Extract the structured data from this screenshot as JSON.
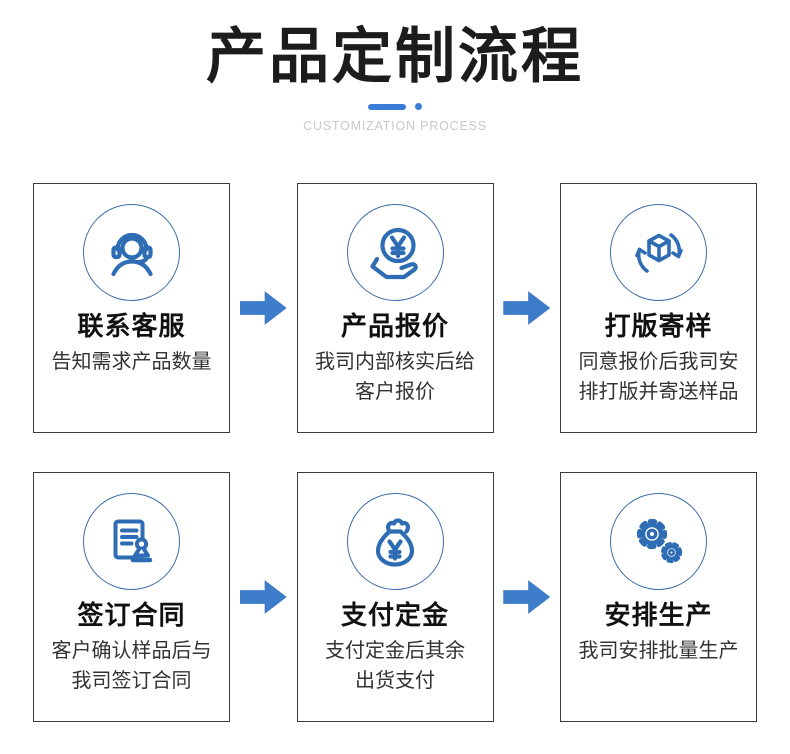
{
  "header": {
    "title": "产品定制流程",
    "subtitle": "CUSTOMIZATION PROCESS"
  },
  "colors": {
    "accent_blue": "#3d7cc9",
    "icon_stroke_blue": "#2e6db4",
    "divider_blue": "#3a7bd8",
    "subtitle_gray": "#c9c9cb",
    "title_black": "#1c1c1c",
    "desc_gray": "#333333",
    "card_border": "#3b3b3b",
    "circle_border": "#3e6da6"
  },
  "steps": [
    {
      "icon": "headset-icon",
      "title": "联系客服",
      "desc": "告知需求产品数量"
    },
    {
      "icon": "hand-coin-icon",
      "title": "产品报价",
      "desc": "我司内部核实后给\n客户报价"
    },
    {
      "icon": "sample-box-icon",
      "title": "打版寄样",
      "desc": "同意报价后我司安\n排打版并寄送样品"
    },
    {
      "icon": "contract-stamp-icon",
      "title": "签订合同",
      "desc": "客户确认样品后与\n我司签订合同"
    },
    {
      "icon": "money-bag-icon",
      "title": "支付定金",
      "desc": "支付定金后其余\n出货支付"
    },
    {
      "icon": "gears-icon",
      "title": "安排生产",
      "desc": "我司安排批量生产"
    }
  ],
  "flow": {
    "rows": [
      [
        0,
        1,
        2
      ],
      [
        3,
        4,
        5
      ]
    ],
    "arrow": "right-block-arrow"
  }
}
